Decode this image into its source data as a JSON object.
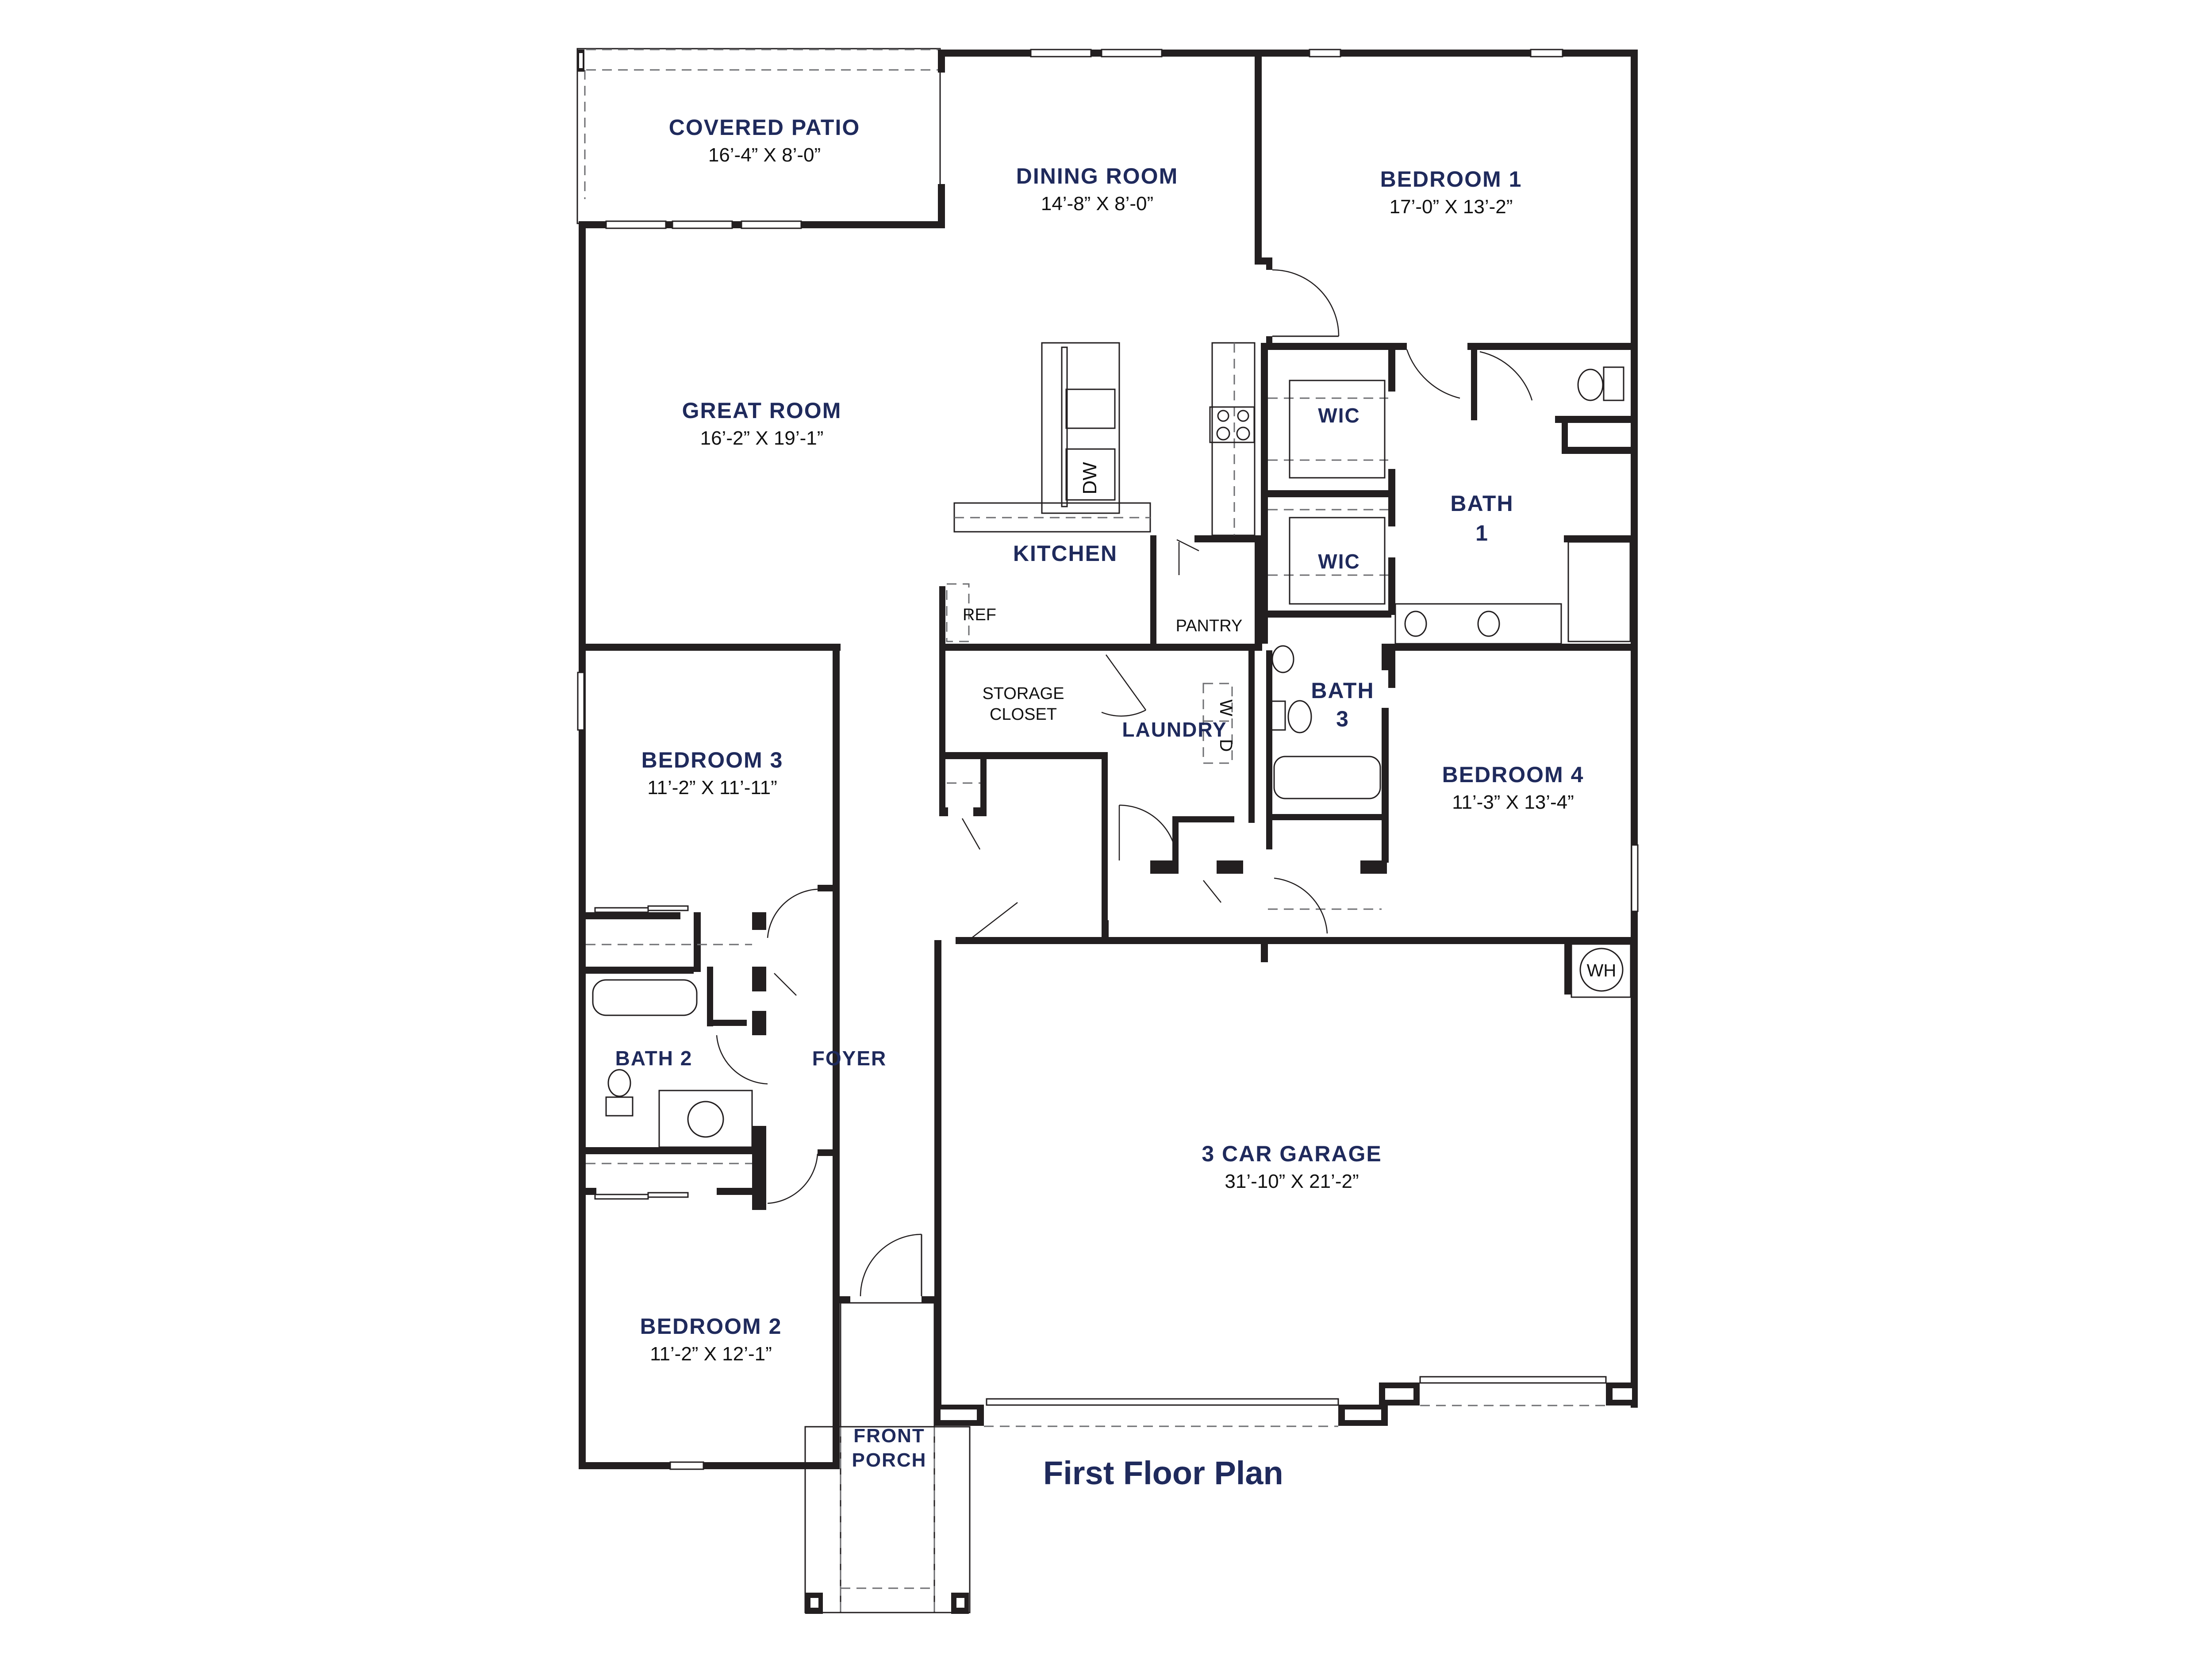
{
  "plan_title": "First Floor Plan",
  "colors": {
    "label": "#1f2a5c",
    "wall": "#231f20",
    "dimension_text": "#111111",
    "background": "#ffffff"
  },
  "rooms": {
    "covered_patio": {
      "name": "COVERED PATIO",
      "dims": "16’-4” X 8’-0”"
    },
    "dining_room": {
      "name": "DINING ROOM",
      "dims": "14’-8” X 8’-0”"
    },
    "bedroom_1": {
      "name": "BEDROOM 1",
      "dims": "17’-0” X 13’-2”"
    },
    "great_room": {
      "name": "GREAT ROOM",
      "dims": "16’-2” X 19’-1”"
    },
    "kitchen": {
      "name": "KITCHEN"
    },
    "pantry": {
      "name": "PANTRY"
    },
    "wic_1": {
      "name": "WIC"
    },
    "wic_2": {
      "name": "WIC"
    },
    "bath_1": {
      "name_line1": "BATH",
      "name_line2": "1"
    },
    "storage_closet": {
      "name_line1": "STORAGE",
      "name_line2": "CLOSET"
    },
    "laundry": {
      "name": "LAUNDRY"
    },
    "bath_3": {
      "name_line1": "BATH",
      "name_line2": "3"
    },
    "bedroom_4": {
      "name": "BEDROOM 4",
      "dims": "11’-3” X 13’-4”"
    },
    "bedroom_3": {
      "name": "BEDROOM 3",
      "dims": "11’-2” X 11’-11”"
    },
    "bath_2": {
      "name": "BATH 2"
    },
    "foyer": {
      "name": "FOYER"
    },
    "bedroom_2": {
      "name": "BEDROOM 2",
      "dims": "11’-2” X 12’-1”"
    },
    "front_porch": {
      "name_line1": "FRONT",
      "name_line2": "PORCH"
    },
    "garage": {
      "name": "3 CAR GARAGE",
      "dims": "31’-10” X 21’-2”"
    }
  },
  "fixtures": {
    "refrigerator": "REF",
    "dishwasher": "DW",
    "washer": "W",
    "dryer": "D",
    "water_heater": "WH"
  }
}
